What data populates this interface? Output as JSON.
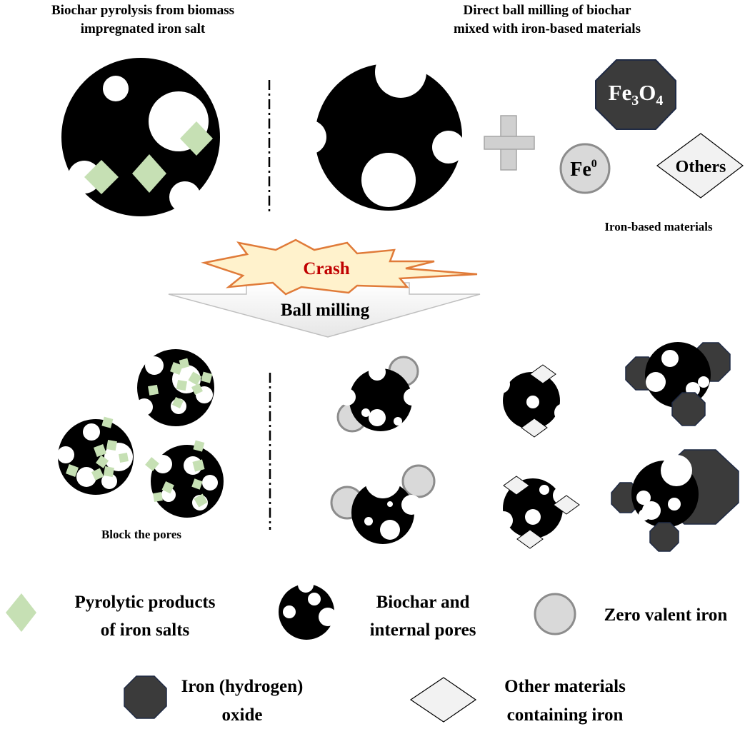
{
  "headers": {
    "left_line1": "Biochar pyrolysis from biomass",
    "left_line2": "impregnated iron salt",
    "right_line1": "Direct ball milling of biochar",
    "right_line2": "mixed with iron-based materials"
  },
  "materials": {
    "fe3o4": {
      "base": "Fe",
      "sub1": "3",
      "mid": "O",
      "sub2": "4"
    },
    "fe0": {
      "base": "Fe",
      "sup": "0"
    },
    "others": "Others",
    "caption": "Iron-based materials"
  },
  "process": {
    "crash": "Crash",
    "ball_milling": "Ball milling"
  },
  "block_pores": "Block the pores",
  "legend": {
    "pyrolytic_line1": "Pyrolytic products",
    "pyrolytic_line2": "of iron salts",
    "biochar_line1": "Biochar and",
    "biochar_line2": "internal pores",
    "zvi": "Zero valent iron",
    "oxide_line1": "Iron (hydrogen)",
    "oxide_line2": "oxide",
    "other_line1": "Other materials",
    "other_line2": "containing iron"
  },
  "colors": {
    "biochar": "#000000",
    "pyrolytic": "#c6e0b4",
    "zvi_fill": "#d9d9d9",
    "zvi_stroke": "#8c8c8c",
    "oxide_fill": "#3b3b3b",
    "oxide_stroke": "#1f2a44",
    "other_fill": "#f2f2f2",
    "crash_text": "#c00000",
    "crash_fill": "#fff2cc",
    "crash_stroke": "#e07b39",
    "arrow_fill": "#efefef"
  }
}
